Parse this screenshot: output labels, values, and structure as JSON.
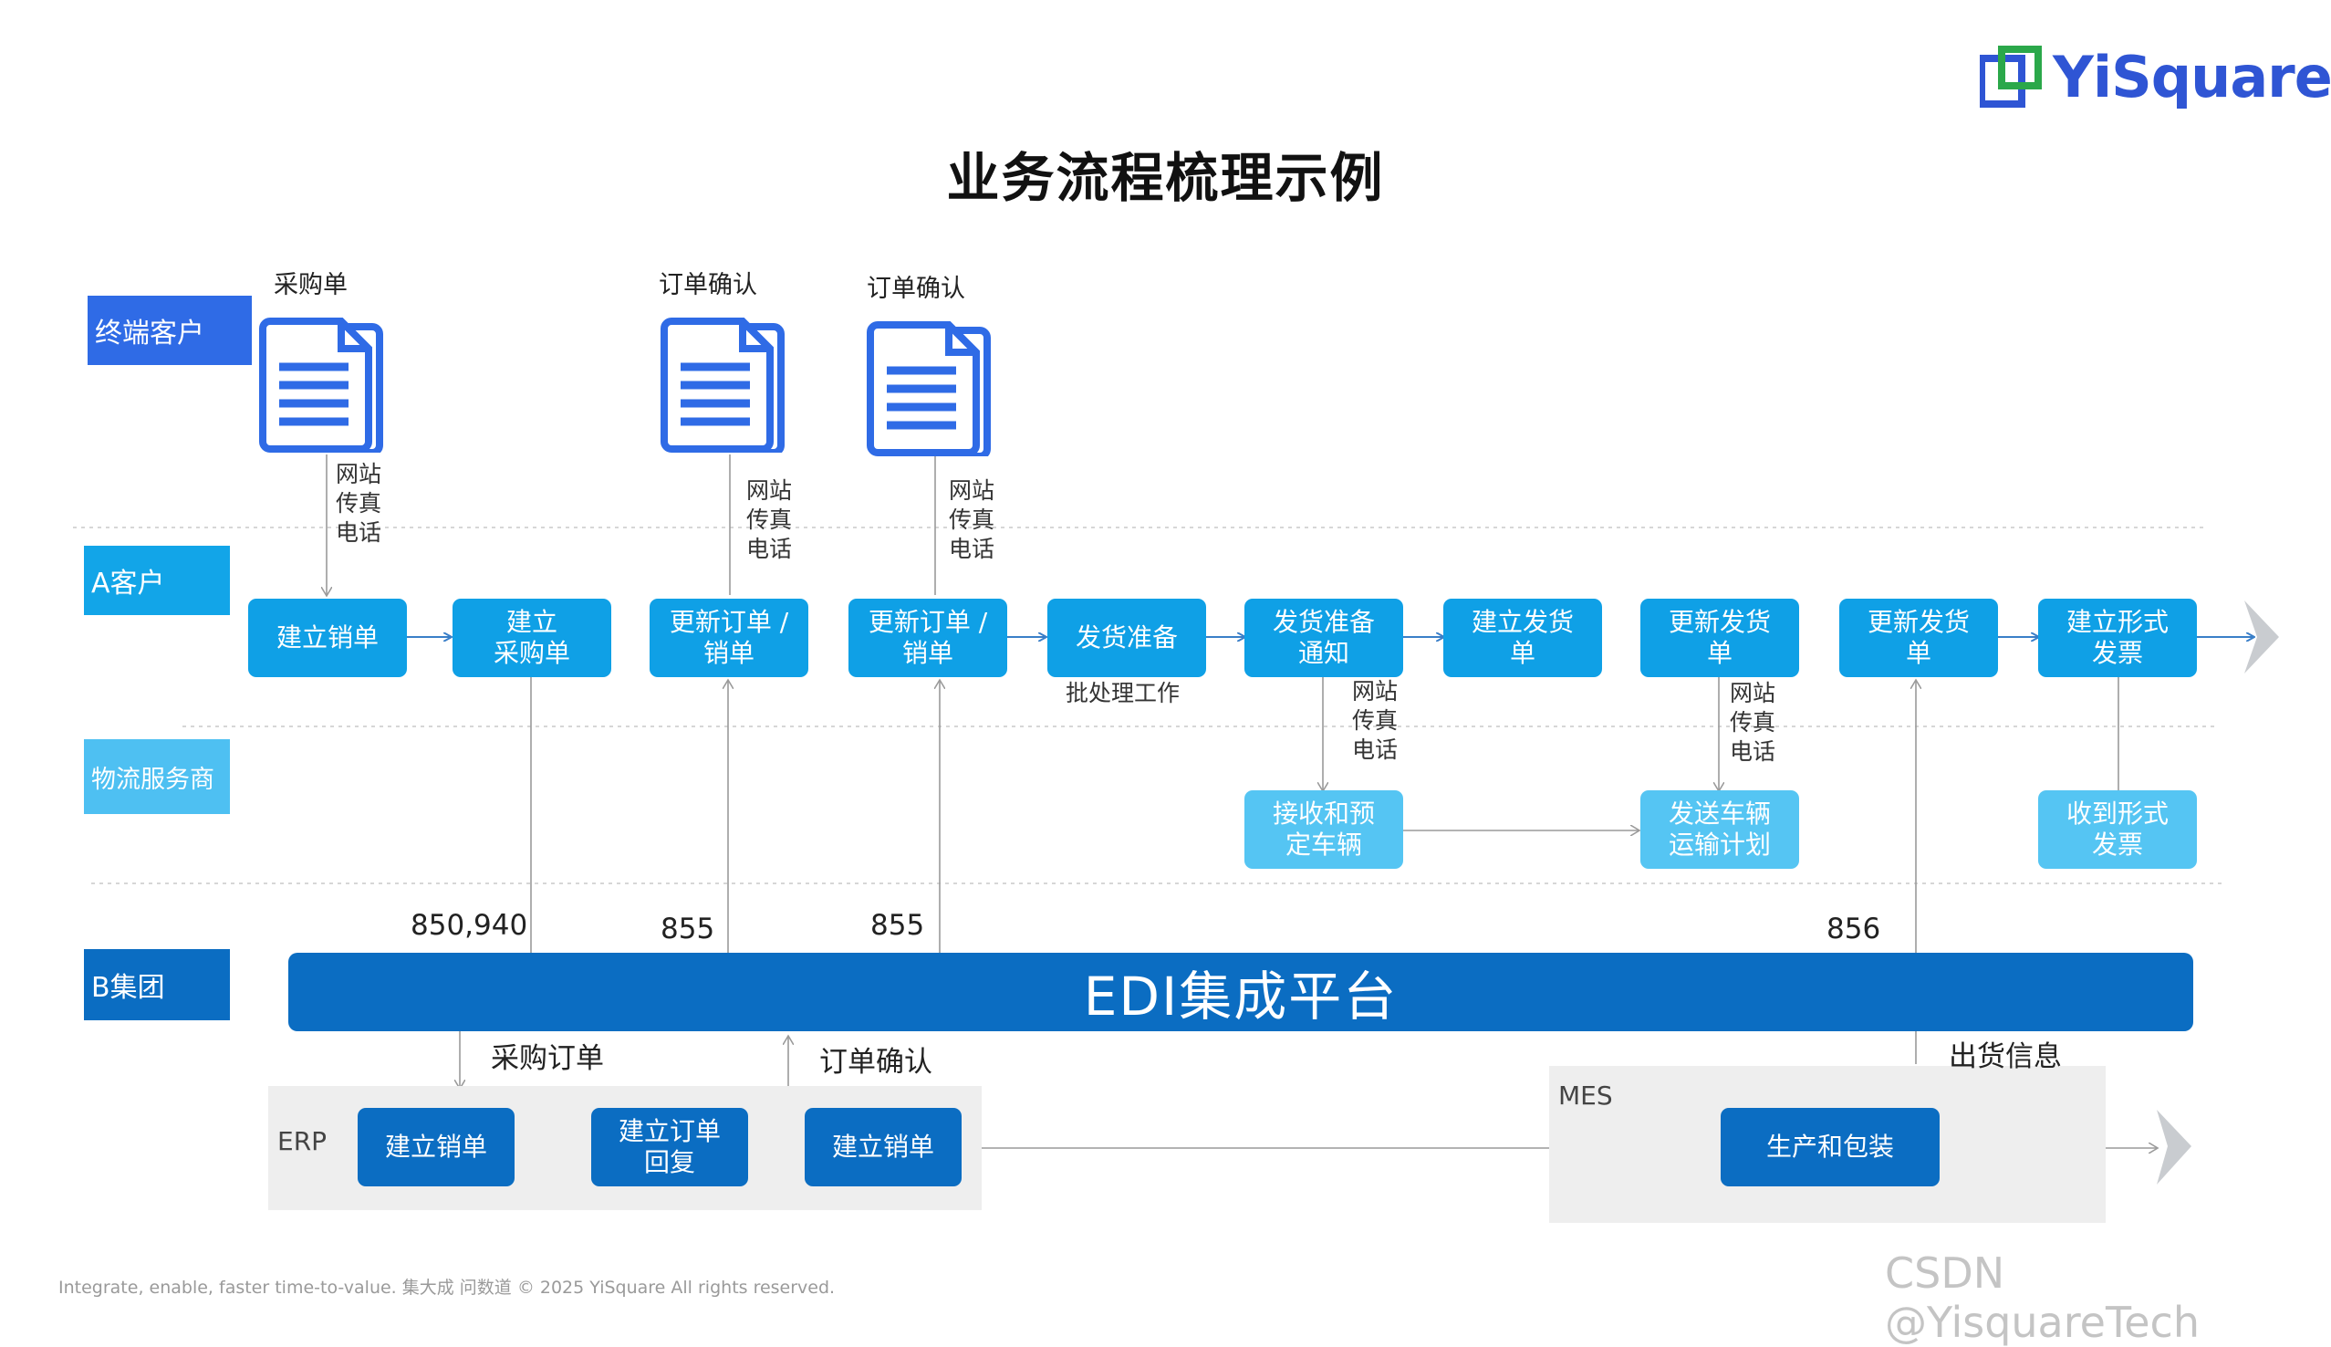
{
  "title": "业务流程梳理示例",
  "logo": {
    "text": "YiSquare",
    "color": "#2F55D4",
    "icon": "yisquare-logo-icon"
  },
  "lanes": {
    "customer": "终端客户",
    "a": "A客户",
    "logistics": "物流服务商",
    "b": "B集团"
  },
  "documents": {
    "po": "采购单",
    "confirm1": "订单确认",
    "confirm2": "订单确认"
  },
  "channel_notes": {
    "n1": "网站\n传真\n电话",
    "n2": "网站\n传真\n电话",
    "n3": "网站\n传真\n电话",
    "n4": "网站\n传真\n电话",
    "n5": "网站\n传真\n电话"
  },
  "a_boxes": {
    "b1": "建立销单",
    "b2": "建立\n采购单",
    "b3": "更新订单 /\n销单",
    "b4": "更新订单 /\n销单",
    "b5": "发货准备",
    "b6": "发货准备\n通知",
    "b7": "建立发货\n单",
    "b8": "更新发货\n单",
    "b9": "更新发货\n单",
    "b10": "建立形式\n发票"
  },
  "batch_note": "批处理工作",
  "logistics_boxes": {
    "l1": "接收和预\n定车辆",
    "l2": "发送车辆\n运输计划",
    "l3": "收到形式\n发票"
  },
  "codes": {
    "c1": "850,940",
    "c2": "855",
    "c3": "855",
    "c4": "856"
  },
  "edi": "EDI集成平台",
  "flow_labels": {
    "purchase_order": "采购订单",
    "order_confirm": "订单确认",
    "shipping_info": "出货信息"
  },
  "erp": {
    "label": "ERP",
    "boxes": [
      "建立销单",
      "建立订单\n回复",
      "建立销单"
    ]
  },
  "mes": {
    "label": "MES",
    "box": "生产和包装"
  },
  "footer": "Integrate, enable, faster time-to-value.  集大成 问数道  © 2025 YiSquare All rights reserved.",
  "watermark": "CSDN @YisquareTech",
  "colors": {
    "customer_lane": "#2F6BE6",
    "a_lane": "#12A5E8",
    "logistics_lane": "#4EC0F2",
    "b_lane": "#0B6DC2",
    "doc_icon": "#2F6BE6"
  }
}
